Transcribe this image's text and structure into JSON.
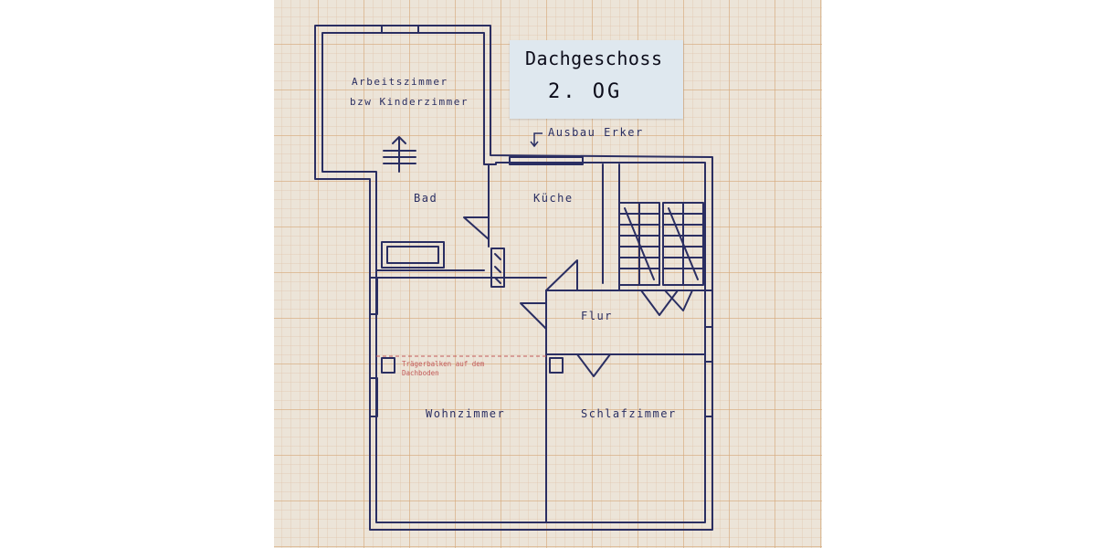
{
  "plan": {
    "title": "Dachgeschoss",
    "floor": "2. OG",
    "annotation_ausbau": "Ausbau Erker",
    "beam_note_line1": "Trägerbalken auf dem",
    "beam_note_line2": "Dachboden",
    "rooms": {
      "arbeitszimmer_line1": "Arbeitszimmer",
      "arbeitszimmer_line2": "bzw Kinderzimmer",
      "bad": "Bad",
      "kueche": "Küche",
      "flur": "Flur",
      "wohnzimmer": "Wohnzimmer",
      "schlafzimmer": "Schlafzimmer"
    }
  },
  "colors": {
    "ink": "#2a2e62",
    "paper": "#ece4d8",
    "grid": "#d6a878",
    "note": "#c25a5a",
    "card": "#dfe8ef"
  }
}
